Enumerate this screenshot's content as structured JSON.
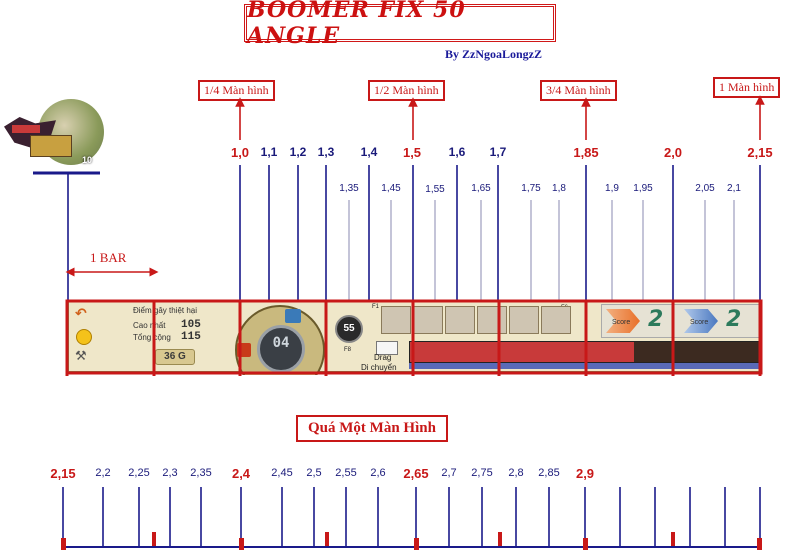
{
  "title": "BOOMER FIX 50 ANGLE",
  "author": "By ZzNgoaLongzZ",
  "screen_labels": [
    "1/4 Màn hình",
    "1/2 Màn hình",
    "3/4 Màn hình",
    "1 Màn hình"
  ],
  "upper_major_labels": [
    "1,0",
    "1,1",
    "1,2",
    "1,3",
    "1,4",
    "1,5",
    "1,6",
    "1,7",
    "1,85",
    "2,0",
    "2,15"
  ],
  "upper_minor_labels": [
    "1,35",
    "1,45",
    "1,55",
    "1,65",
    "1,75",
    "1,8",
    "1,9",
    "1,95",
    "2,05",
    "2,1"
  ],
  "bar_label": "1 BAR",
  "hud": {
    "damage_label": "Điểm gây thiệt hại",
    "highest_label": "Cao nhất",
    "highest_value": "105",
    "total_label": "Tổng cộng",
    "total_value": "115",
    "gold": "36 G",
    "angle": "55",
    "power": "04",
    "f1": "F1",
    "f8": "F8",
    "f6": "F6",
    "drag_label": "Drag",
    "move_label": "Di chuyển",
    "score_label": "Score",
    "score_left": "2",
    "score_right": "2"
  },
  "lower_title": "Quá Một Màn Hình",
  "lower_labels": [
    "2,15",
    "2,2",
    "2,25",
    "2,3",
    "2,35",
    "2,4",
    "2,45",
    "2,5",
    "2,55",
    "2,6",
    "2,65",
    "2,7",
    "2,75",
    "2,8",
    "2,85",
    "2,9"
  ],
  "lower_red_labels": [
    "2,15",
    "2,4",
    "2,65",
    "2,9"
  ],
  "colors": {
    "red": "#c81818",
    "blue": "#1a1a8a",
    "hud_bg": "#efe7c9",
    "power_bar": "#c83a3a"
  }
}
